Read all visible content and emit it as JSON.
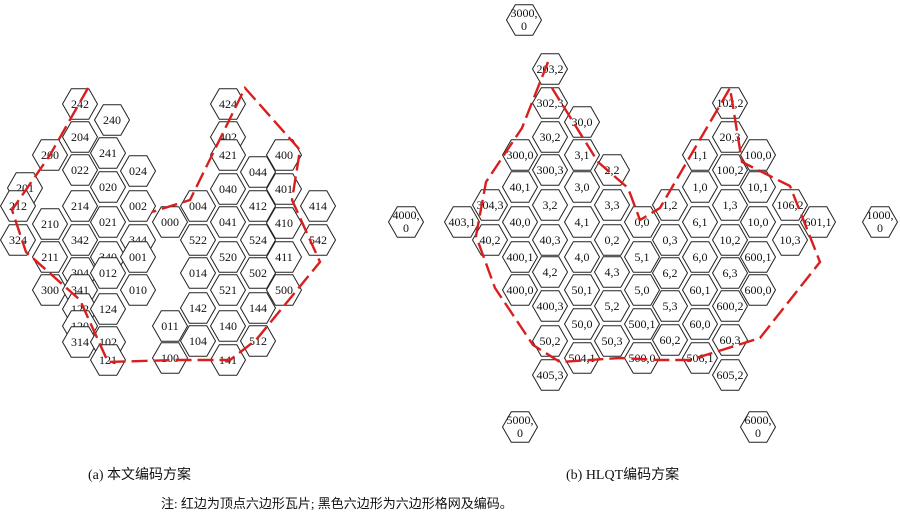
{
  "figure": {
    "caption_a": "(a) 本文编码方案",
    "caption_b": "(b) HLQT编码方案",
    "note": "注: 红边为顶点六边形瓦片; 黑色六边形为六边形格网及编码。",
    "colors": {
      "tile_edge": "#d81e1e",
      "hex_stroke": "#222222"
    }
  },
  "panel_a": {
    "codes": [
      "242",
      "240",
      "204",
      "241",
      "200",
      "022",
      "024",
      "201",
      "020",
      "212",
      "214",
      "002",
      "210",
      "021",
      "324",
      "342",
      "344",
      "000",
      "211",
      "340",
      "001",
      "304",
      "012",
      "300",
      "341",
      "010",
      "122",
      "124",
      "120",
      "011",
      "314",
      "102",
      "121",
      "100",
      "424",
      "402",
      "421",
      "400",
      "044",
      "040",
      "401",
      "004",
      "414",
      "041",
      "412",
      "410",
      "522",
      "542",
      "524",
      "520",
      "411",
      "014",
      "502",
      "142",
      "521",
      "500",
      "144",
      "140",
      "104",
      "512",
      "141"
    ]
  },
  "panel_b": {
    "codes": [
      "3000,\n0",
      "203,2",
      "302,3",
      "30,0",
      "30,2",
      "300,0",
      "3,1",
      "300,3",
      "2,2",
      "40,1",
      "3,0",
      "304,3",
      "3,2",
      "3,3",
      "403,1",
      "40,0",
      "4,1",
      "40,2",
      "40,3",
      "0,2",
      "400,1",
      "4,0",
      "4,2",
      "4,3",
      "400,0",
      "50,1",
      "400,3",
      "5,2",
      "50,0",
      "50,2",
      "50,3",
      "504,1",
      "405,3",
      "5000,\n0",
      "4000,\n0",
      "102,2",
      "20,3",
      "1,1",
      "100,0",
      "100,2",
      "1,0",
      "10,1",
      "1,2",
      "1,3",
      "106,2",
      "0,0",
      "6,1",
      "10,0",
      "601,1",
      "0,3",
      "10,2",
      "10,3",
      "1000,\n0",
      "5,1",
      "6,0",
      "600,1",
      "6,2",
      "6,3",
      "5,0",
      "60,1",
      "600,0",
      "5,3",
      "600,2",
      "500,1",
      "60,0",
      "500,0",
      "60,2",
      "60,3",
      "506,1",
      "605,2",
      "6000,\n0"
    ]
  }
}
